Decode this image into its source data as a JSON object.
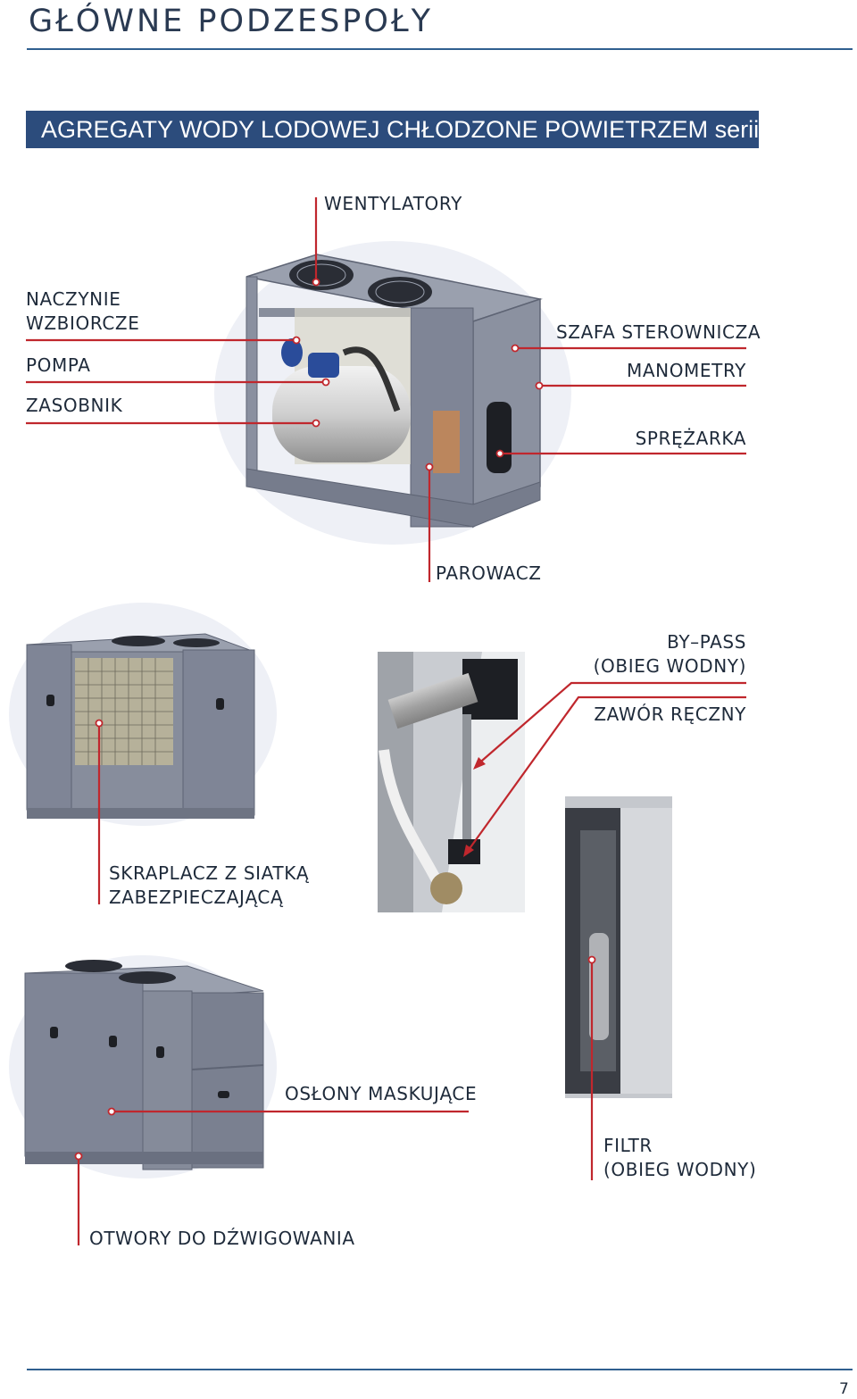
{
  "page": {
    "title": "GŁÓWNE PODZESPOŁY",
    "banner": "AGREGATY WODY LODOWEJ CHŁODZONE POWIETRZEM serii ZCF",
    "page_number": "7"
  },
  "labels": {
    "wentylatory": "WENTYLATORY",
    "naczynie_1": "NACZYNIE",
    "naczynie_2": "WZBIORCZE",
    "pompa": "POMPA",
    "zasobnik": "ZASOBNIK",
    "szafa": "SZAFA STEROWNICZA",
    "manometry": "MANOMETRY",
    "sprezarka": "SPRĘŻARKA",
    "parowacz": "PAROWACZ",
    "bypass_1": "BY–PASS",
    "bypass_2": "(OBIEG WODNY)",
    "zawor": "ZAWÓR RĘCZNY",
    "skraplacz_1": "SKRAPLACZ Z SIATKĄ",
    "skraplacz_2": "ZABEZPIECZAJĄCĄ",
    "oslony": "OSŁONY MASKUJĄCE",
    "filtr_1": "FILTR",
    "filtr_2": "(OBIEG WODNY)",
    "otwory": "OTWORY DO DŹWIGOWANIA"
  },
  "colors": {
    "accent": "#c0272d",
    "banner": "#2c4c7c",
    "rule": "#2f5f8f",
    "unit_body": "#7f8596"
  }
}
